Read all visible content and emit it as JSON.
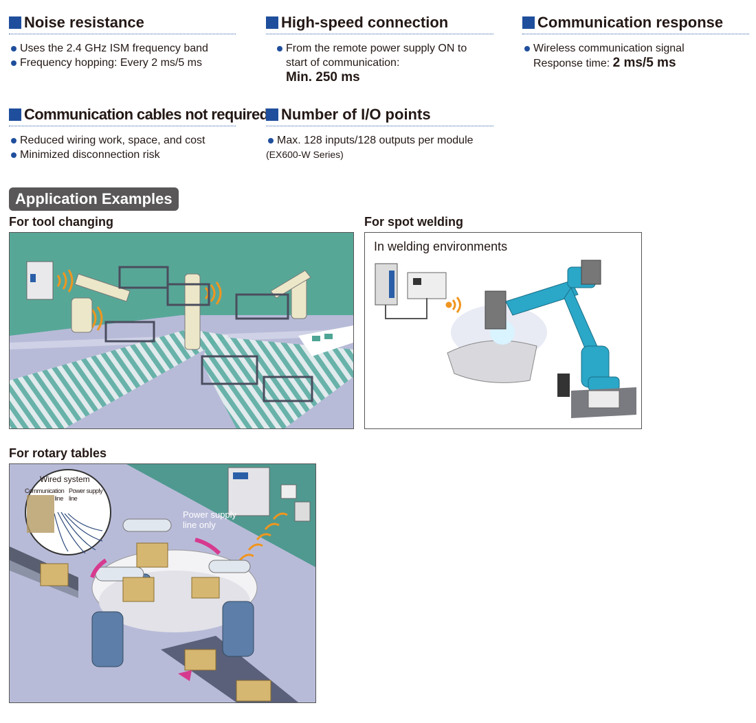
{
  "features": {
    "noise": {
      "title": "Noise resistance",
      "bullets": [
        "Uses the 2.4 GHz ISM frequency band",
        "Frequency hopping: Every 2 ms/5 ms"
      ]
    },
    "highspeed": {
      "title": "High-speed connection",
      "bullet_line1": "From the remote power supply ON to",
      "bullet_line2": "start of communication:",
      "value": "Min. 250 ms"
    },
    "response": {
      "title": "Communication response",
      "bullet_line1": "Wireless communication signal",
      "bullet_line2_prefix": "Response time:",
      "value": "2 ms/5 ms"
    },
    "cables": {
      "title": "Communication cables not required",
      "bullets": [
        "Reduced wiring work, space, and cost",
        "Minimized disconnection risk"
      ]
    },
    "io": {
      "title": "Number of I/O points",
      "bullet": "Max. 128 inputs/128 outputs per module",
      "note": "(EX600-W Series)"
    }
  },
  "applications": {
    "heading": "Application Examples",
    "tool_changing": {
      "label": "For tool changing"
    },
    "spot_welding": {
      "label": "For spot welding",
      "caption": "In welding environments"
    },
    "rotary_tables": {
      "label": "For rotary tables",
      "inset_title": "Wired system",
      "inset_comm": "Communication line",
      "inset_power": "Power supply line",
      "callout": "Power supply line only"
    }
  },
  "colors": {
    "accent_blue": "#1f4e9c",
    "teal_wall": "#4fa595",
    "floor_lavender": "#b4b7d6",
    "signal_orange": "#f0961e",
    "robot_cyan": "#2ba7c8",
    "heading_bg": "#595757"
  }
}
